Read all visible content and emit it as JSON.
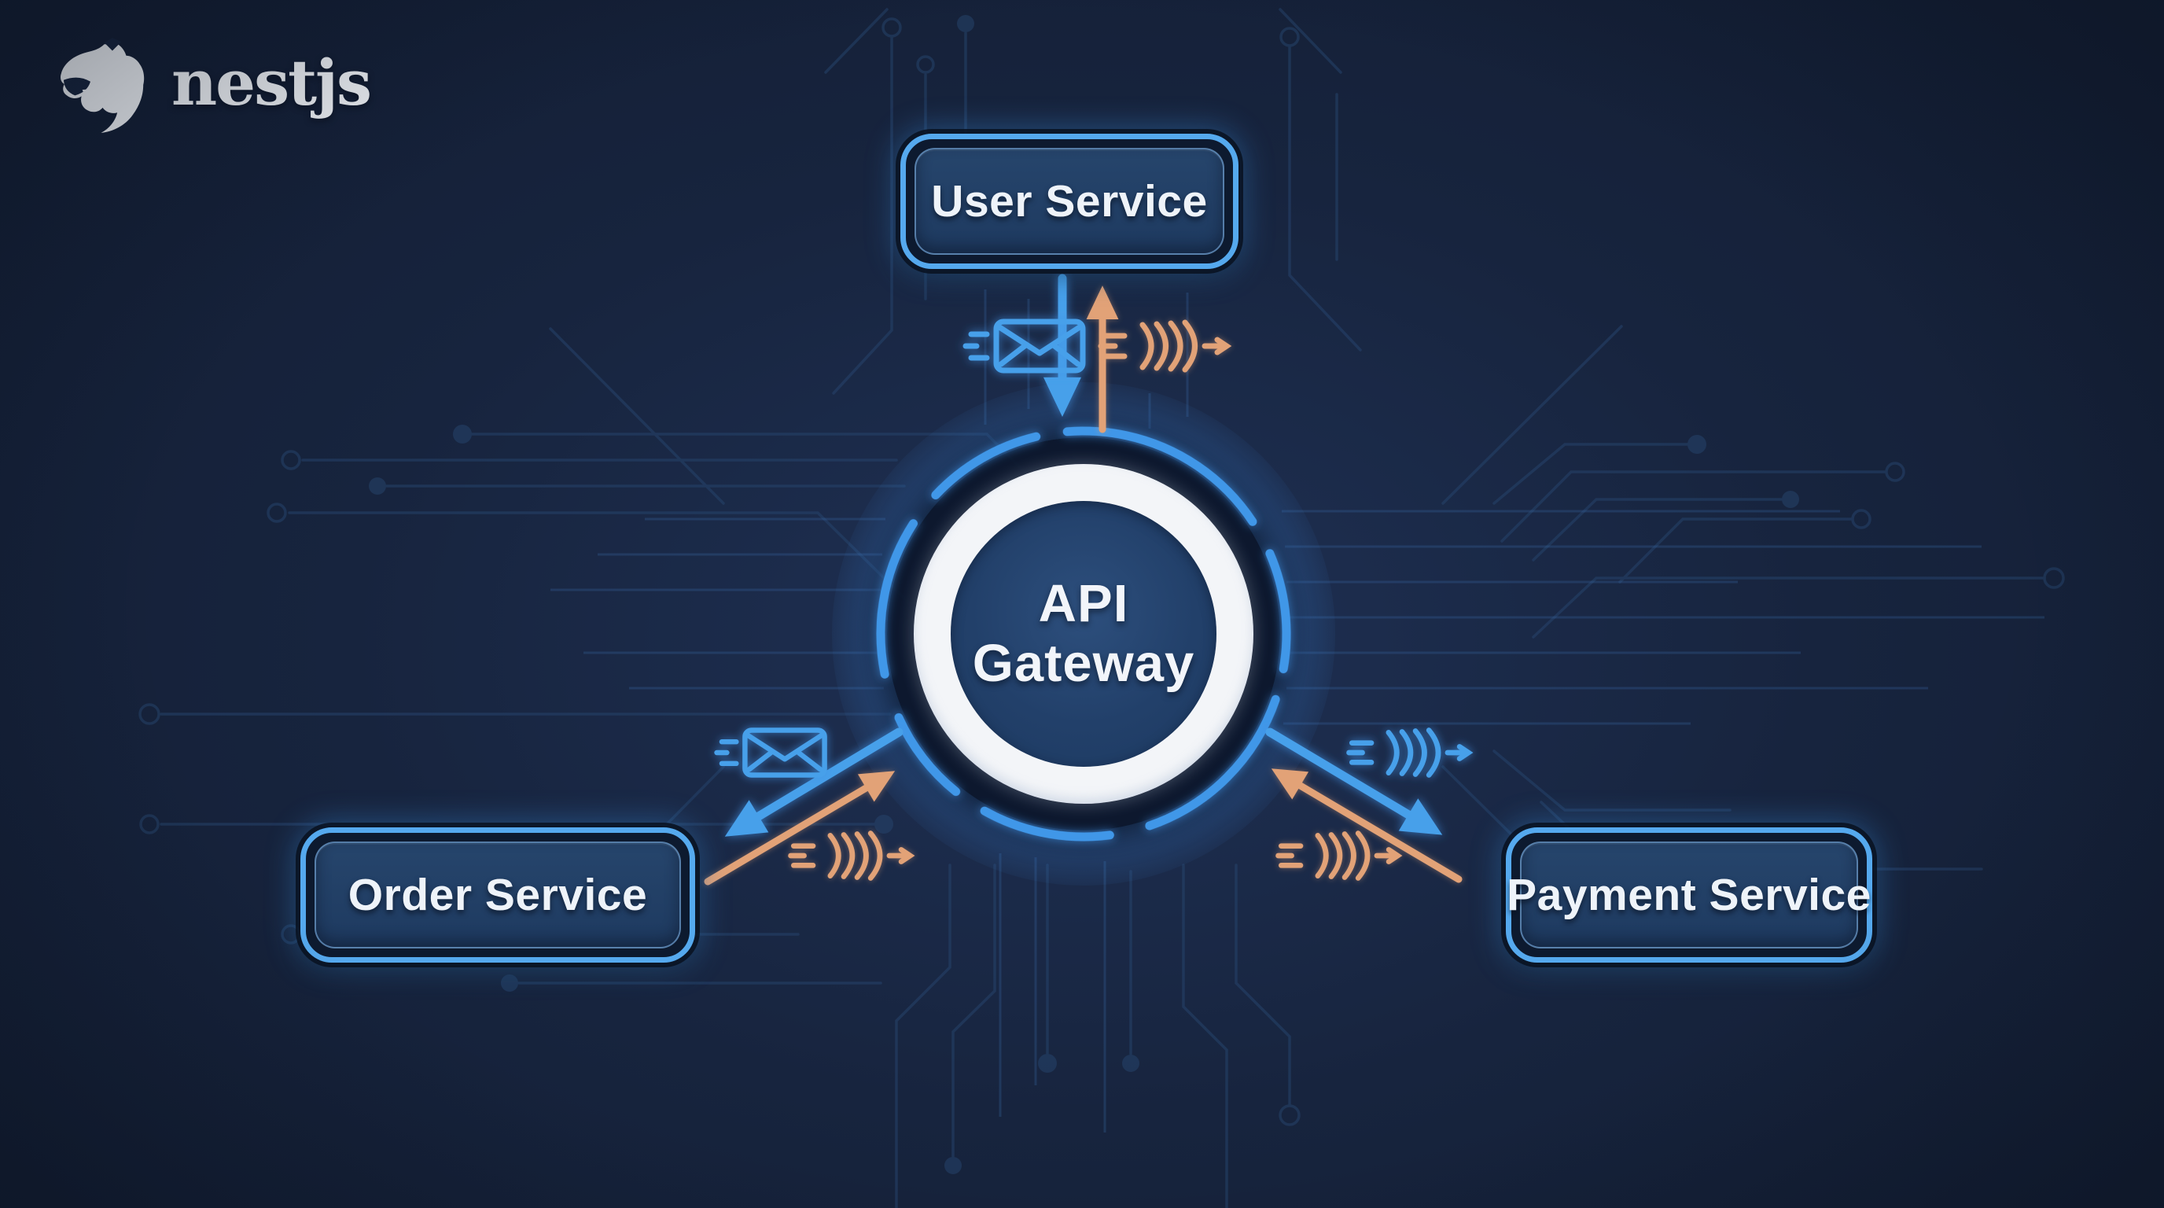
{
  "brand": {
    "name": "nestjs",
    "logo_icon": "nestjs-cat-logo"
  },
  "diagram": {
    "center": {
      "id": "gateway",
      "label": "API Gateway",
      "shape": "circle"
    },
    "services": [
      {
        "id": "user",
        "label": "User Service",
        "position": "top"
      },
      {
        "id": "order",
        "label": "Order Service",
        "position": "bottom-left"
      },
      {
        "id": "payment",
        "label": "Payment Service",
        "position": "bottom-right"
      }
    ],
    "connections": [
      {
        "from": "User Service",
        "to": "API Gateway",
        "arrow_color": "blue",
        "icon": "message-envelope-icon"
      },
      {
        "from": "API Gateway",
        "to": "User Service",
        "arrow_color": "orange",
        "icon": "event-stream-icon"
      },
      {
        "from": "API Gateway",
        "to": "Order Service",
        "arrow_color": "blue",
        "icon": "message-envelope-icon"
      },
      {
        "from": "Order Service",
        "to": "API Gateway",
        "arrow_color": "orange",
        "icon": "event-stream-icon"
      },
      {
        "from": "API Gateway",
        "to": "Payment Service",
        "arrow_color": "blue",
        "icon": "event-stream-icon"
      },
      {
        "from": "Payment Service",
        "to": "API Gateway",
        "arrow_color": "orange",
        "icon": "event-stream-icon"
      }
    ]
  },
  "colors": {
    "background": "#17243e",
    "accent_blue": "#47a0ea",
    "accent_orange": "#e2a277",
    "ring_white": "#f3f5f8",
    "node_fill": "#22406a",
    "node_border": "#55a9ee",
    "text": "#eef3f9",
    "circuit_trace": "#27466f"
  }
}
